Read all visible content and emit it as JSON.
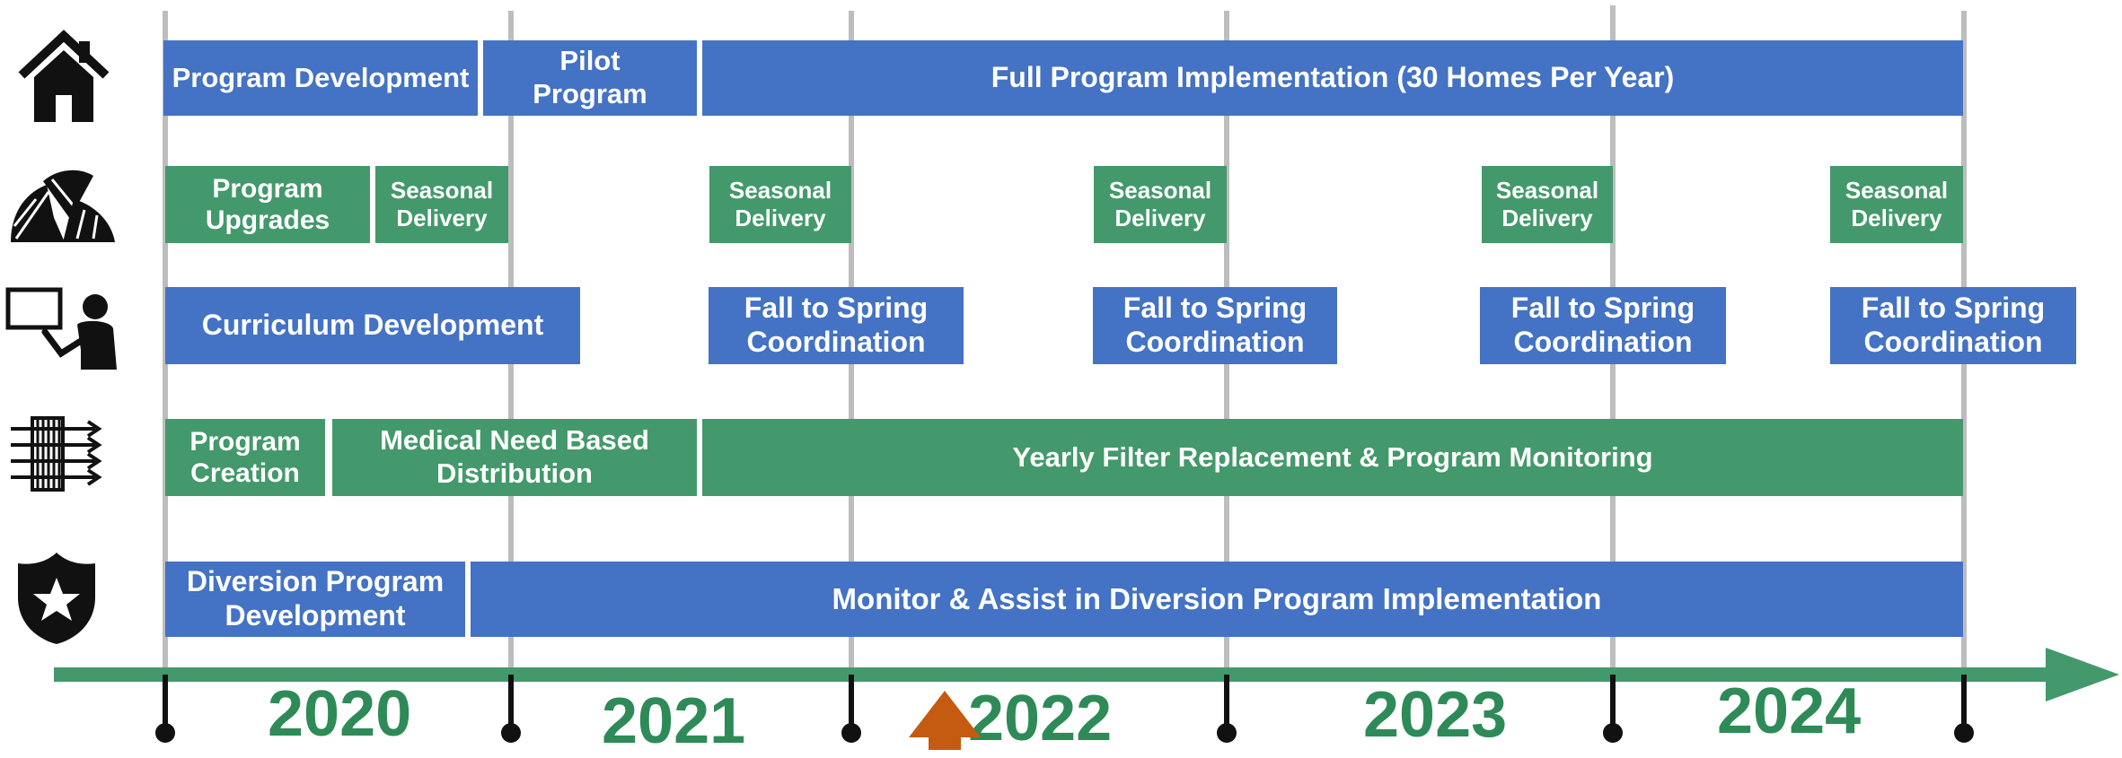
{
  "rows": {
    "housing": {
      "program_development": "Program Development",
      "pilot_program": "Pilot Program",
      "full_implementation": "Full Program Implementation (30 Homes Per Year)"
    },
    "produce": {
      "program_upgrades": "Program Upgrades",
      "seasonal_delivery": "Seasonal Delivery"
    },
    "education": {
      "curriculum_development": "Curriculum Development",
      "fall_to_spring": "Fall to Spring Coordination"
    },
    "filters": {
      "program_creation": "Program Creation",
      "medical_need": "Medical Need Based Distribution",
      "yearly_replacement": "Yearly Filter Replacement & Program Monitoring"
    },
    "diversion": {
      "development": "Diversion Program Development",
      "monitor_assist": "Monitor & Assist in Diversion Program Implementation"
    }
  },
  "years": [
    "2020",
    "2021",
    "2022",
    "2023",
    "2024"
  ],
  "colors": {
    "blue_bar": "#4472c4",
    "green_bar": "#43996b",
    "axis": "#43996b",
    "year_text": "#2e8b57",
    "marker": "#c55a11",
    "gridline": "#bdbdbd"
  },
  "icons": [
    "house-icon",
    "produce-icon",
    "teacher-icon",
    "air-filter-icon",
    "police-badge-icon"
  ]
}
